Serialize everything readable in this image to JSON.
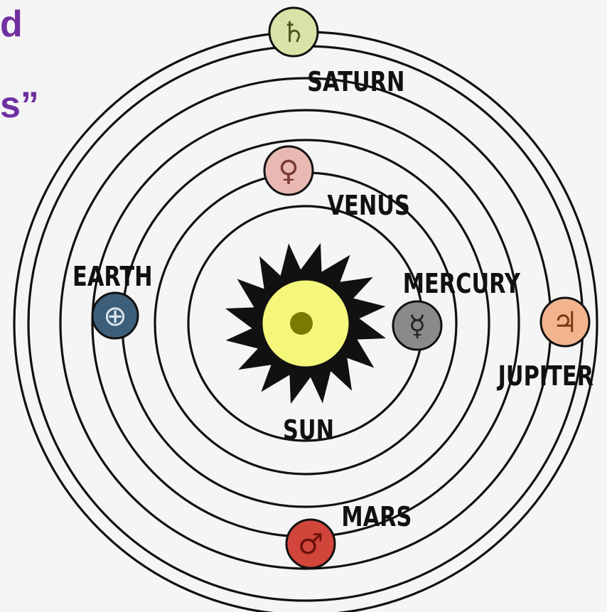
{
  "heading_fragments": [
    "d",
    "s”"
  ],
  "colors": {
    "heading": "#7030a0",
    "sun_core": "#f4f77a",
    "sun_spot": "#7a7a00",
    "saturn": "#d9e3a7",
    "venus": "#e9b8b3",
    "mercury": "#8a8a8a",
    "jupiter": "#f2b48e",
    "earth": "#3e5f79",
    "mars": "#d2453b"
  },
  "bodies": [
    {
      "key": "sun",
      "label": "SUN",
      "icon": "sun-icon"
    },
    {
      "key": "mercury",
      "label": "MERCURY",
      "icon": "mercury-symbol-icon",
      "glyph": "☿"
    },
    {
      "key": "venus",
      "label": "VENUS",
      "icon": "venus-symbol-icon",
      "glyph": "♀"
    },
    {
      "key": "mars",
      "label": "MARS",
      "icon": "mars-symbol-icon",
      "glyph": "♂"
    },
    {
      "key": "earth",
      "label": "EARTH",
      "icon": "earth-symbol-icon",
      "glyph": "⊕"
    },
    {
      "key": "jupiter",
      "label": "JUPITER",
      "icon": "jupiter-symbol-icon",
      "glyph": "♃"
    },
    {
      "key": "saturn",
      "label": "SATURN",
      "icon": "saturn-symbol-icon",
      "glyph": "♄"
    }
  ]
}
